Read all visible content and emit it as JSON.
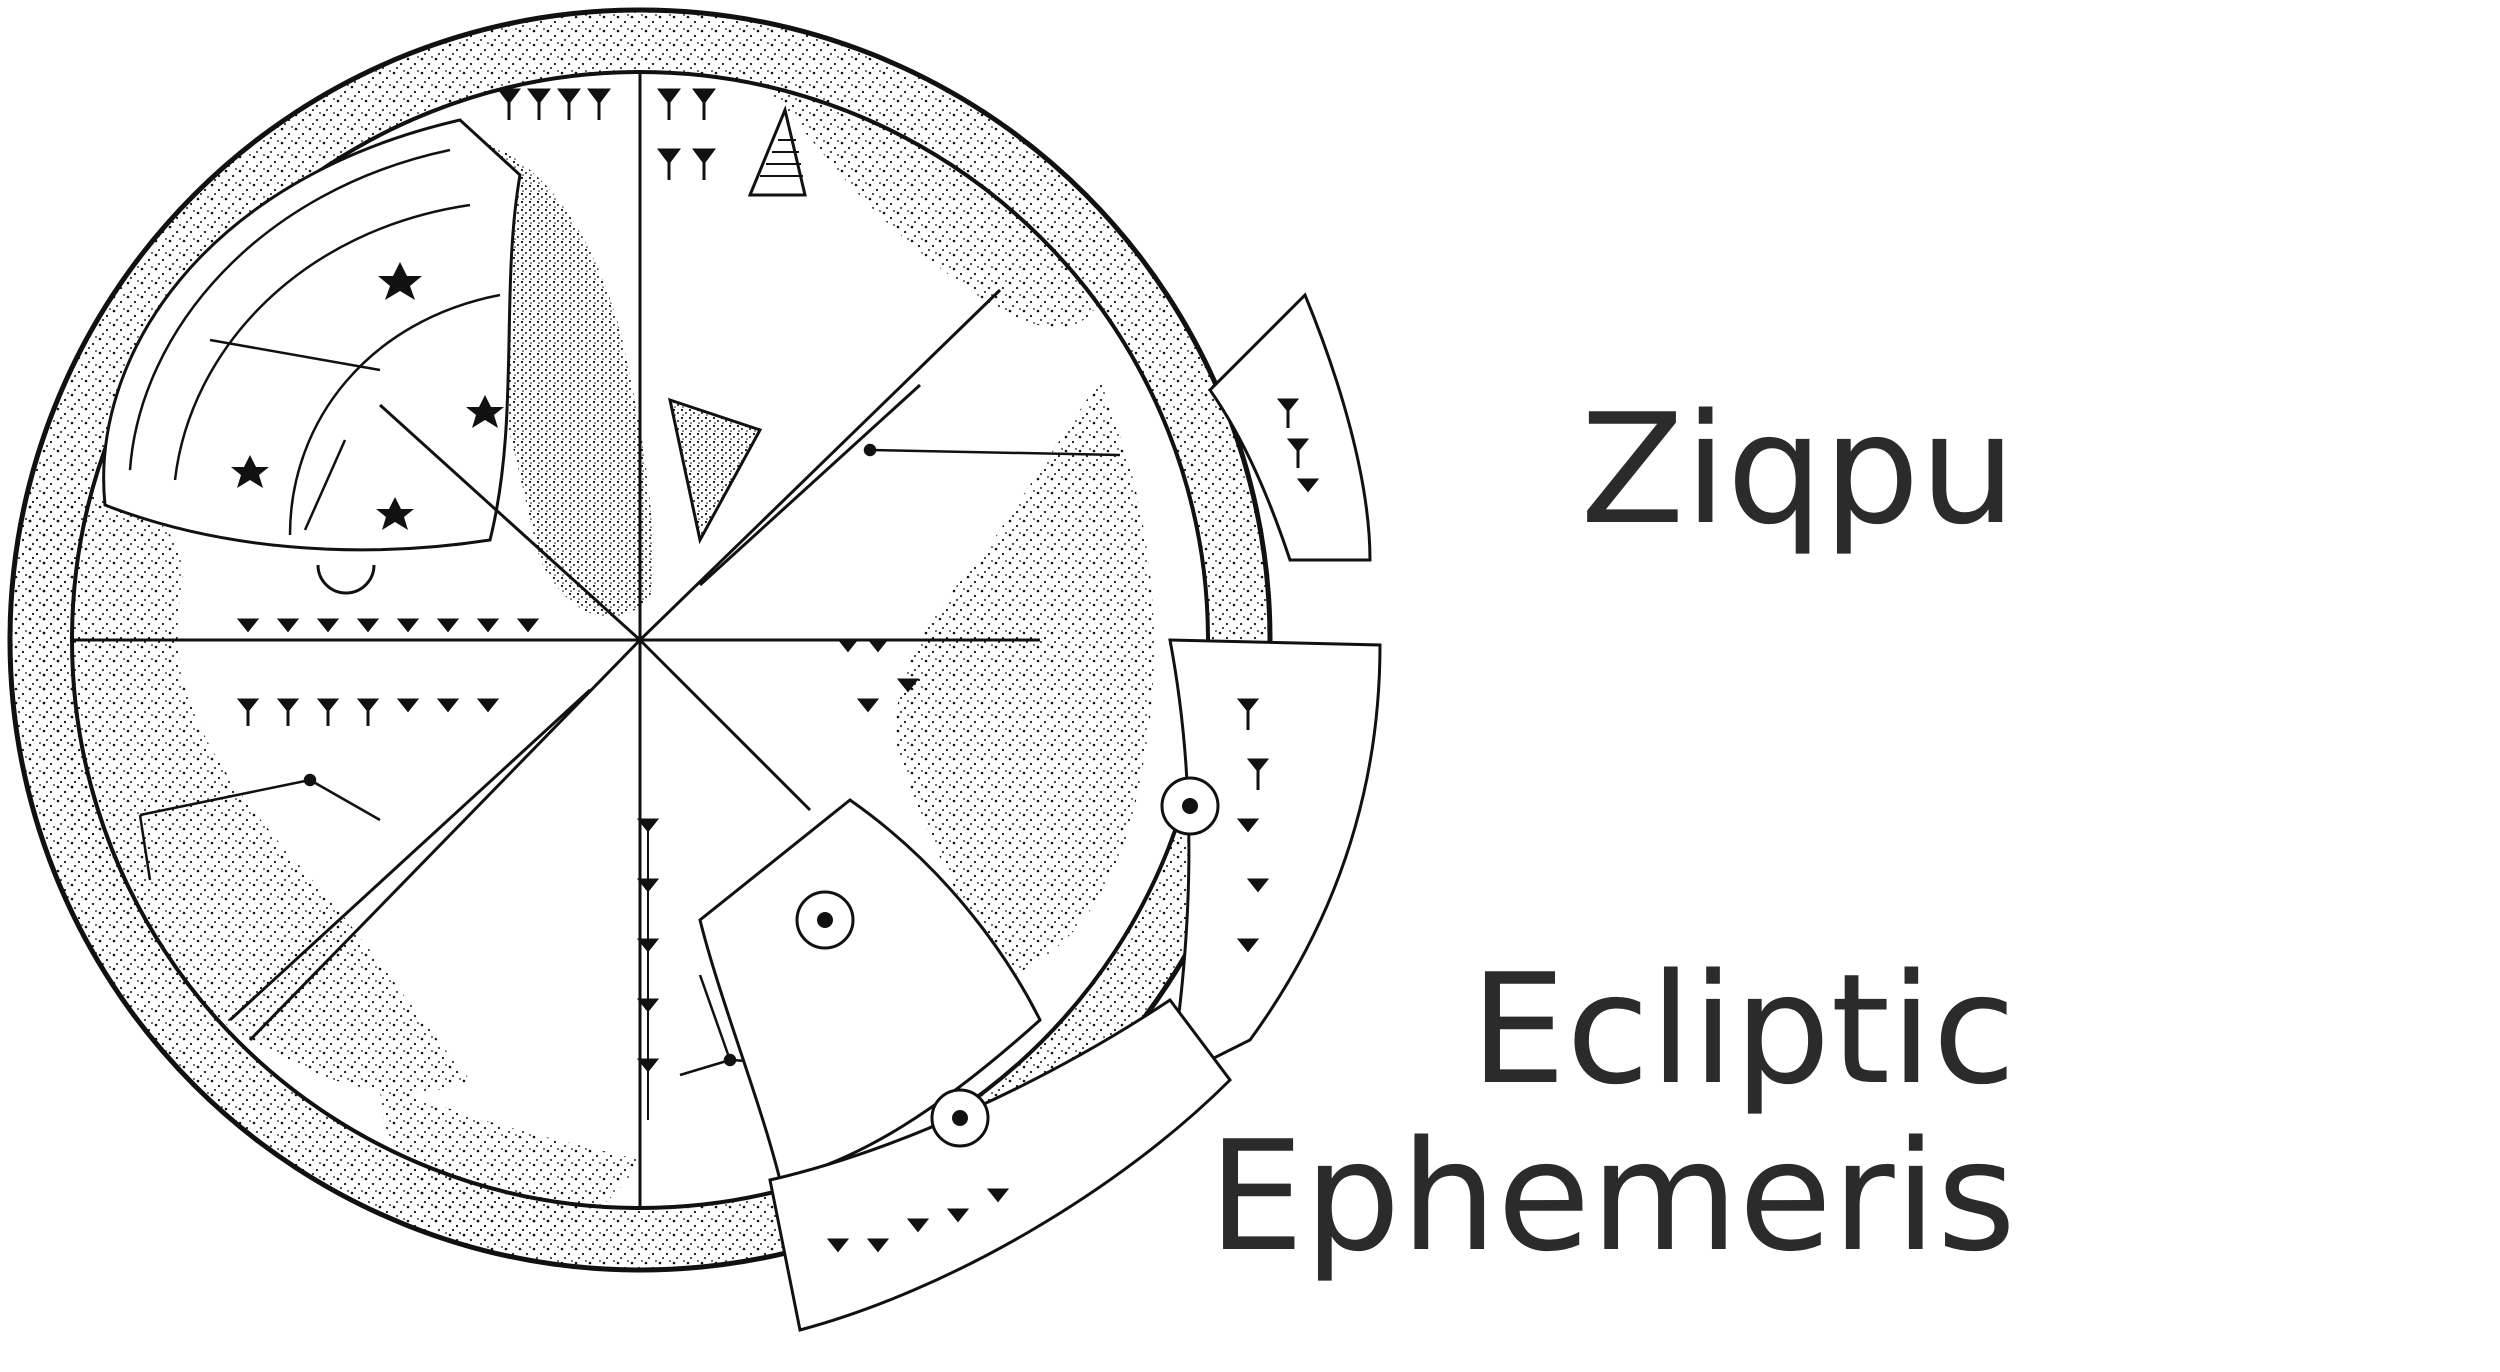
{
  "titles": {
    "ziqpu": "Ziqpu",
    "ecliptic": "Ecliptic",
    "ephemeris": "Ephemeris"
  },
  "illustration": {
    "subject": "cuneiform-planisphere-tablet-drawing",
    "ink_color": "#111111",
    "paper_color": "#ffffff",
    "text_color": "#2b2b2b",
    "sectors": 8
  }
}
